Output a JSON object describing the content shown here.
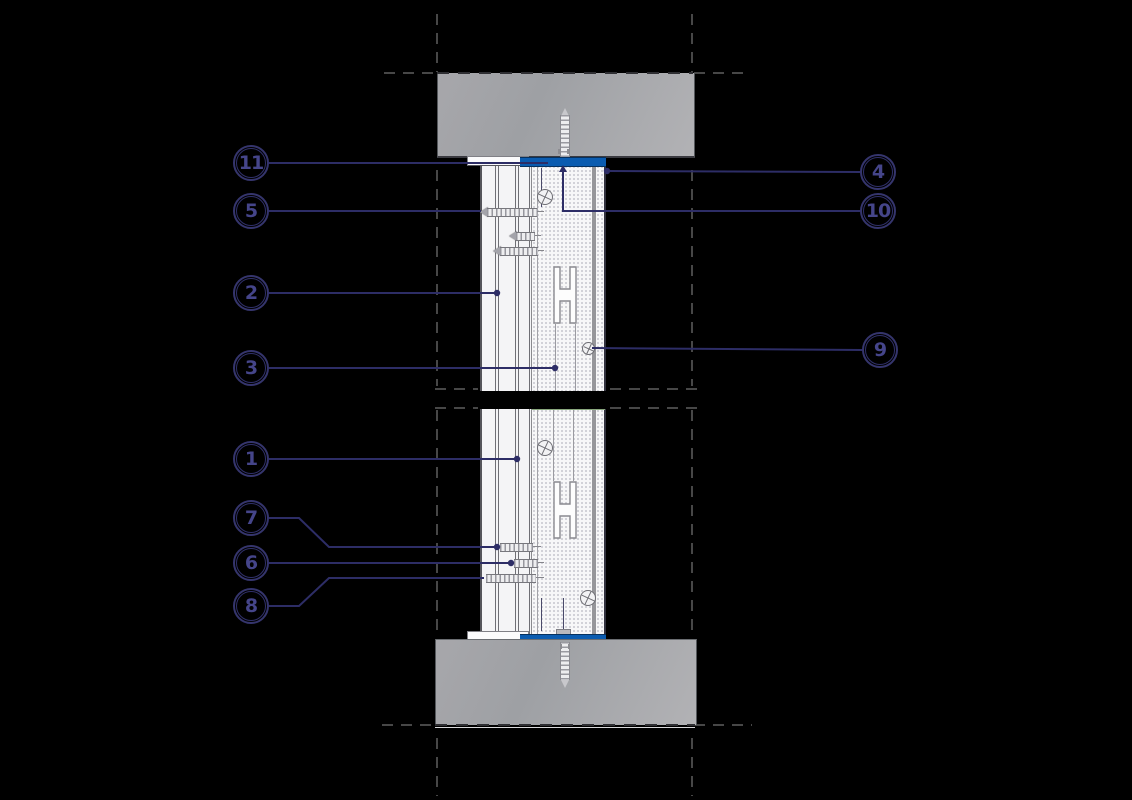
{
  "callouts": [
    {
      "label": "11"
    },
    {
      "label": "5"
    },
    {
      "label": "2"
    },
    {
      "label": "3"
    },
    {
      "label": "1"
    },
    {
      "label": "7"
    },
    {
      "label": "6"
    },
    {
      "label": "8"
    },
    {
      "label": "4"
    },
    {
      "label": "10"
    },
    {
      "label": "9"
    }
  ],
  "colors": {
    "background": "#000000",
    "callout_ring": "#35356d",
    "callout_number": "#45458a",
    "leader_line": "#2d2d66",
    "sealing_strip_blue": "#0b5cb0",
    "slab_gray": "#a8a8ac",
    "panel_white": "#f5f5f7"
  }
}
